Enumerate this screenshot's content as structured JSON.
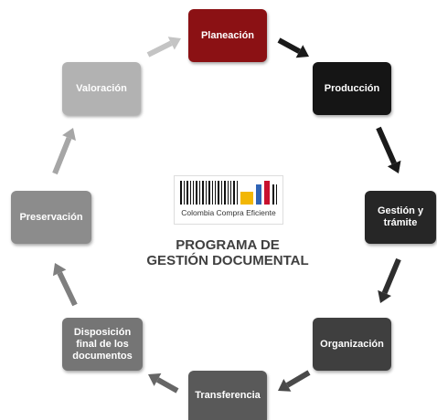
{
  "nodes": {
    "planeacion": {
      "label": "Planeación",
      "color": "#8b1114"
    },
    "produccion": {
      "label": "Producción",
      "color": "#151515"
    },
    "gestion": {
      "label": "Gestión y trámite",
      "color": "#262626"
    },
    "organizacion": {
      "label": "Organización",
      "color": "#3f3f3f"
    },
    "transferencia": {
      "label": "Transferencia",
      "color": "#595959"
    },
    "disposicion": {
      "label": "Disposición final de los documentos",
      "color": "#757575"
    },
    "preservacion": {
      "label": "Preservación",
      "color": "#8c8c8c"
    },
    "valoracion": {
      "label": "Valoración",
      "color": "#b2b2b2"
    }
  },
  "center": {
    "logo_text": "Colombia Compra Eficiente",
    "title_line1": "PROGRAMA DE",
    "title_line2": "GESTIÓN DOCUMENTAL"
  },
  "arrow_colors": {
    "a1": "#1a1a1a",
    "a2": "#1a1a1a",
    "a3": "#2e2e2e",
    "a4": "#4a4a4a",
    "a5": "#666666",
    "a6": "#7f7f7f",
    "a7": "#a6a6a6",
    "a8": "#c4c4c4"
  },
  "logo_colors": {
    "yellow": "#f2b705",
    "blue": "#2f64b6",
    "red": "#c8102e",
    "bars": "#111111"
  }
}
